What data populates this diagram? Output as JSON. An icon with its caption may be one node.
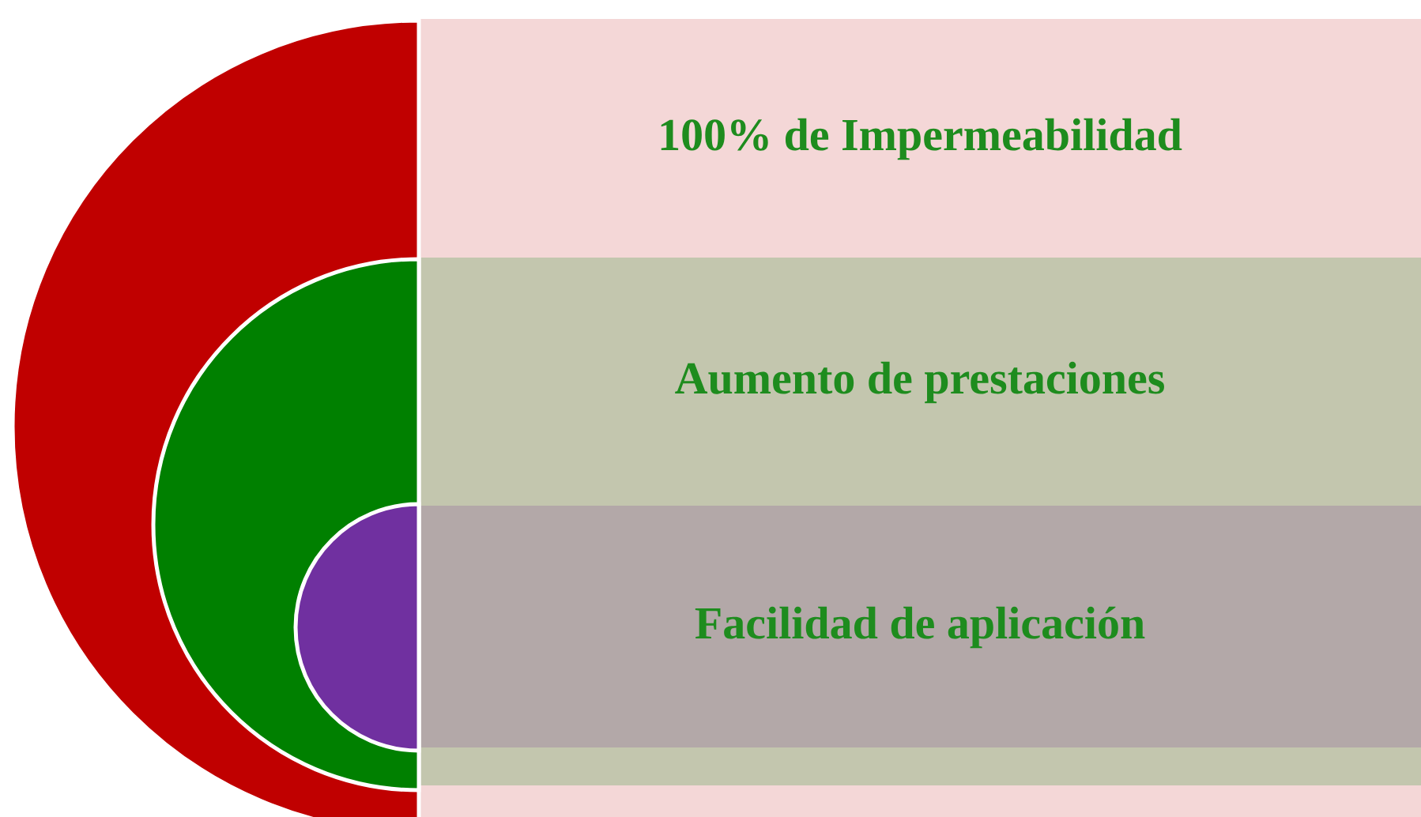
{
  "diagram": {
    "nodes": [
      {
        "text": [
          "100% de Impermeabilidad"
        ]
      },
      {
        "text": [
          "Aumento de prestaciones"
        ],
        "in": 0
      },
      {
        "text": [
          "Facilidad de aplicación"
        ],
        "in": 1
      }
    ]
  }
}
